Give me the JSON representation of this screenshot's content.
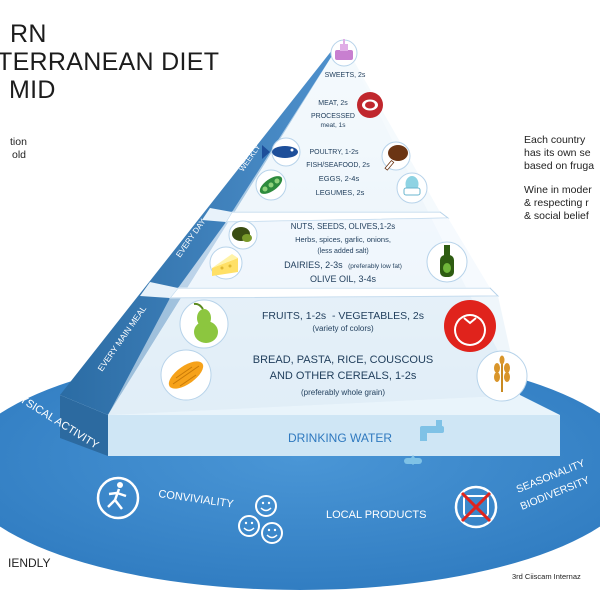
{
  "title": {
    "line1": "RN",
    "line2": "TERRANEAN DIET",
    "line3": "MID"
  },
  "left_note": {
    "line1": "tion",
    "line2": "old"
  },
  "right_note": {
    "p1_line1": "Each country",
    "p1_line2": "has its own se",
    "p1_line3": "based on fruga",
    "p2_line1": "Wine in moder",
    "p2_line2": "& respecting r",
    "p2_line3": "& social belief"
  },
  "pyramid": {
    "side_labels": {
      "weekly": "WEEKLY",
      "every_day": "EVERY DAY",
      "every_main_meal": "EVERY MAIN MEAL"
    },
    "weekly": {
      "sweets": "SWEETS, 2s",
      "meat": "MEAT, 2s",
      "processed": "PROCESSED",
      "processed_portion": "meat, 1s",
      "poultry": "POULTRY, 1-2s",
      "fish": "FISH/SEAFOOD, 2s",
      "eggs": "EGGS, 2-4s",
      "legumes": "LEGUMES, 2s"
    },
    "every_day": {
      "nuts": "NUTS, SEEDS, OLIVES,1-2s",
      "herbs_line1": "Herbs, spices, garlic, onions,",
      "herbs_line2": "(less added salt)",
      "dairies": "DAIRIES, 2-3s",
      "dairies_note": "(preferably low fat)",
      "olive_oil": "OLIVE OIL, 3-4s"
    },
    "main_meal": {
      "fruits": "FRUITS, 1-2s  - VEGETABLES, 2s",
      "fruits_note": "(variety of colors)",
      "bread_line1": "BREAD, PASTA, RICE, COUSCOUS",
      "bread_line2": "AND OTHER CEREALS, 1-2s",
      "bread_note": "(preferably whole grain)"
    },
    "water": "DRINKING WATER"
  },
  "base": {
    "physical_activity": "PHYSICAL ACTIVITY",
    "conviviality": "CONVIVIALITY",
    "local_products": "LOCAL PRODUCTS",
    "seasonality": "SEASONALITY",
    "biodiversity": "BIODIVERSITY",
    "friendly": "IENDLY"
  },
  "footer": {
    "credit": "3rd Ciiscam Internaz"
  },
  "icons": [
    "cake-icon",
    "steak-icon",
    "fish-icon",
    "chicken-leg-icon",
    "peas-icon",
    "egg-icon",
    "olives-icon",
    "cheese-icon",
    "olive-oil-bottle-icon",
    "pear-icon",
    "tomato-icon",
    "corn-icon",
    "wheat-icon",
    "water-tap-icon",
    "running-person-icon",
    "smiley-faces-icon",
    "no-transport-icon"
  ],
  "colors": {
    "base_blue": "#3a86c8",
    "pyramid_light": "#e6f1f9",
    "pyramid_dark": "#2d6fa6",
    "band_fill": "#d7e9f6"
  }
}
